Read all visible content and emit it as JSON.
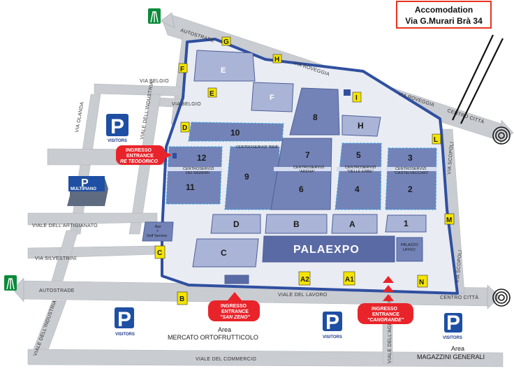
{
  "accommodation": {
    "line1": "Accomodation",
    "line2": "Via G.Murari Brà 34"
  },
  "streets": {
    "autostrade_top": "AUTOSTRADE",
    "autostrade_bottom": "AUTOSTRADE",
    "via_roveggia_1": "VIA ROVEGGIA",
    "via_roveggia_2": "VIA ROVEGGIA",
    "centro_citta_1": "CENTRO CITTÀ",
    "centro_citta_2": "CENTRO CITTÀ",
    "via_belgio_1": "VIA BELGIO",
    "via_belgio_2": "VIA BELGIO",
    "via_olanda": "VIA OLANDA",
    "viale_industria_top": "VIALE DELL'INDUSTRIA",
    "viale_artigianato": "VIALE DELL'ARTIGIANATO",
    "via_silvestrini": "VIA SILVESTRINI",
    "viale_industria_bottom": "VIALE DELL'INDUSTRIA",
    "viale_lavoro": "VIALE   DEL   LAVORO",
    "viale_commercio": "VIALE DEL COMMERCIO",
    "viale_agricoltura": "VIALE DELL'AGRICOLTURA",
    "via_scopoli_1": "VIA SCOPOLI",
    "via_scopoli_2": "VIA SCOPOLI"
  },
  "halls": {
    "E": "E",
    "F": "F",
    "H": "H",
    "h8": "8",
    "h10": "10",
    "h12": "12",
    "h11": "11",
    "h9": "9",
    "h7": "7",
    "h6": "6",
    "h5": "5",
    "h4": "4",
    "h3": "3",
    "h2": "2",
    "D": "D",
    "B": "B",
    "A": "A",
    "h1": "1",
    "C": "C"
  },
  "centri": {
    "bra": "CENTROSERVIZI \"BRÀ\"",
    "signori_1": "CENTROSERVIZI",
    "signori_2": "DEI SIGNORI",
    "arena_1": "CENTROSERVIZI",
    "arena_2": "\"ARENA\"",
    "erbe_1": "CENTROSERVIZI",
    "erbe_2": "\"DELLE ERBE\"",
    "castel_1": "CENTROSERVIZI",
    "castel_2": "\"CASTELVECCHIO\""
  },
  "palaexpo": "PALAEXPO",
  "palazzo_uffici_1": "PALAZZO",
  "palazzo_uffici_2": "UFFICI",
  "bar_1": "Bar",
  "bar_2": "+",
  "bar_3": "Self Service",
  "gates": {
    "G": "G",
    "H": "H",
    "I": "I",
    "F": "F",
    "E": "E",
    "D": "D",
    "L": "L",
    "M": "M",
    "C": "C",
    "B": "B",
    "A2": "A2",
    "A1": "A1",
    "N": "N"
  },
  "parking": {
    "p": "P",
    "visitors": "VISITORS",
    "multipiano": "MULTIPIANO"
  },
  "entrances": {
    "teodorico_1": "INGRESSO",
    "teodorico_2": "ENTRANCE",
    "teodorico_3": "RE TEODORICO",
    "sanzeno_1": "INGRESSO",
    "sanzeno_2": "ENTRANCE",
    "sanzeno_3": "\"SAN ZENO\"",
    "cangrande_1": "INGRESSO",
    "cangrande_2": "ENTRANCE",
    "cangrande_3": "\"CANGRANDE\""
  },
  "areas": {
    "mercato_1": "Area",
    "mercato_2": "MERCATO ORTOFRUTTICOLO",
    "magazzini_1": "Area",
    "magazzini_2": "MAGAZZINI GENERALI"
  },
  "colors": {
    "road": "#c9ccd1",
    "hall_light": "#aab4d6",
    "hall_dark": "#7383b8",
    "gate": "#f4e400",
    "parking": "#1e4fa3",
    "entrance": "#e8242a",
    "motorway": "#0a8a3a"
  }
}
